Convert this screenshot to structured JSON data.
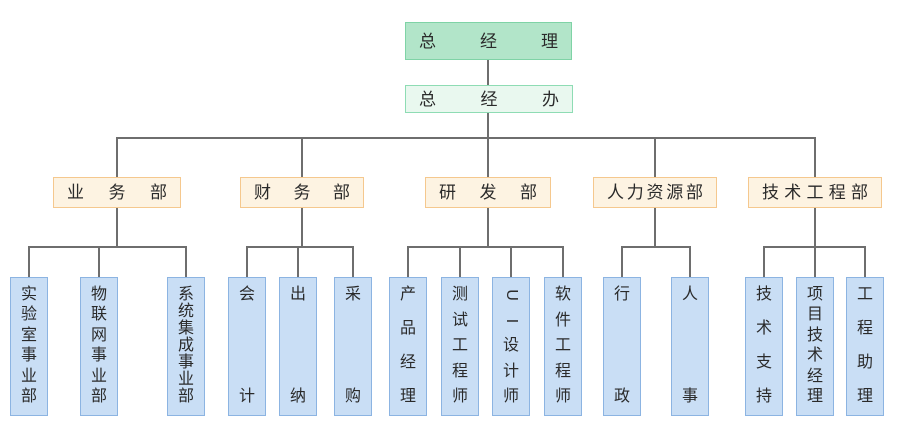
{
  "palette": {
    "root-fill": "#b2e5c9",
    "root-border": "#7fd3a6",
    "office-fill": "#e9f8ef",
    "office-border": "#8edcb4",
    "dept-fill": "#fdf3e2",
    "dept-border": "#f5c88e",
    "unit-fill": "#c9def5",
    "unit-border": "#8cb4e2",
    "line-color": "#6e6e6e",
    "text-color": "#2a2a2a",
    "canvas-bg": "#ffffff"
  },
  "chart": {
    "type": "org-chart",
    "root": {
      "label": "总经理"
    },
    "office": {
      "label": "总经办"
    },
    "departments": [
      {
        "label": "业务部",
        "children": [
          "实验室事业部",
          "物联网事业部",
          "系统集成事业部"
        ]
      },
      {
        "label": "财务部",
        "children": [
          "会计",
          "出纳",
          "采购"
        ]
      },
      {
        "label": "研发部",
        "children": [
          "产品经理",
          "测试工程师",
          "UI设计师",
          "软件工程师"
        ]
      },
      {
        "label": "人力资源部",
        "children": [
          "行政",
          "人事"
        ]
      },
      {
        "label": "技术工程部",
        "children": [
          "技术支持",
          "项目技术经理",
          "工程助理"
        ]
      }
    ]
  }
}
